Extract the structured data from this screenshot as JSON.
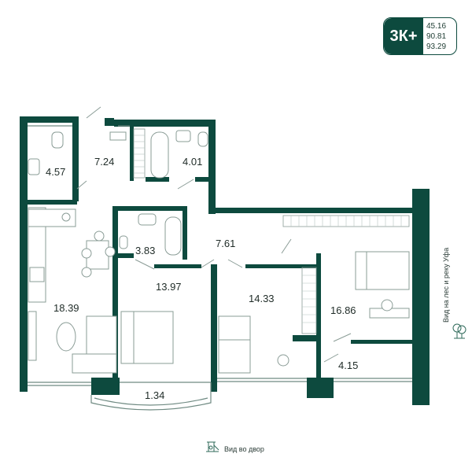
{
  "badge": {
    "code": "3К+",
    "areas": [
      "45.16",
      "90.81",
      "93.29"
    ]
  },
  "rooms": [
    {
      "id": "bath-left",
      "area": "4.57"
    },
    {
      "id": "hall",
      "area": "7.24"
    },
    {
      "id": "bath-top",
      "area": "4.01"
    },
    {
      "id": "kitchen",
      "area": "18.39"
    },
    {
      "id": "bath-mid",
      "area": "3.83"
    },
    {
      "id": "corridor",
      "area": "7.61"
    },
    {
      "id": "bedroom-1",
      "area": "13.97"
    },
    {
      "id": "bedroom-2",
      "area": "14.33"
    },
    {
      "id": "bedroom-3",
      "area": "16.86"
    },
    {
      "id": "closet",
      "area": "4.15"
    },
    {
      "id": "balcony",
      "area": "1.34"
    }
  ],
  "views": {
    "side": "Вид на лес и реку Уфа",
    "bottom": "Вид во двор"
  },
  "icons": {
    "side": "trees-icon",
    "bottom": "playground-icon"
  },
  "colors": {
    "wall": "#0d4a3e",
    "furniture": "#8a9c96",
    "accent": "#0d4a3e"
  }
}
